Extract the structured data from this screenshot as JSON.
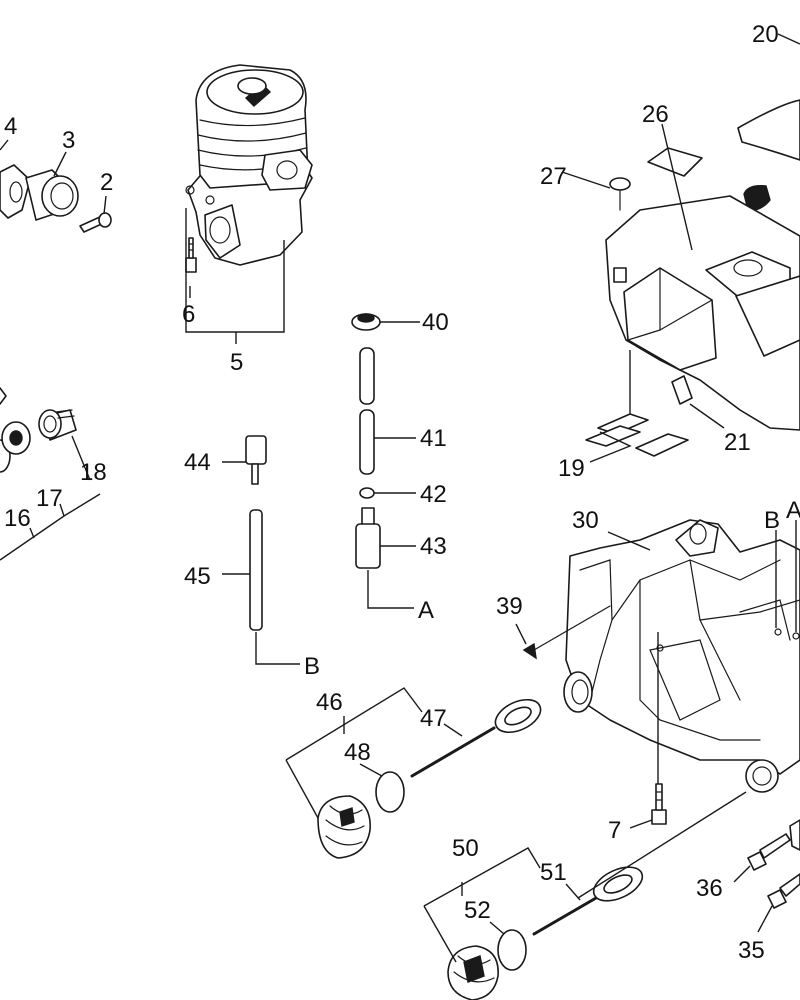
{
  "callouts": {
    "c2": "2",
    "c3": "3",
    "c4": "4",
    "c5": "5",
    "c6": "6",
    "c7": "7",
    "c16": "16",
    "c17": "17",
    "c18": "18",
    "c19": "19",
    "c20": "20",
    "c21": "21",
    "c26": "26",
    "c27": "27",
    "c30": "30",
    "c35": "35",
    "c36": "36",
    "c39": "39",
    "c40": "40",
    "c41": "41",
    "c42": "42",
    "c43": "43",
    "c44": "44",
    "c45": "45",
    "c46": "46",
    "c47": "47",
    "c48": "48",
    "c50": "50",
    "c51": "51",
    "c52": "52",
    "refA1": "A",
    "refB1": "B",
    "refA2": "A",
    "refB2": "B"
  }
}
